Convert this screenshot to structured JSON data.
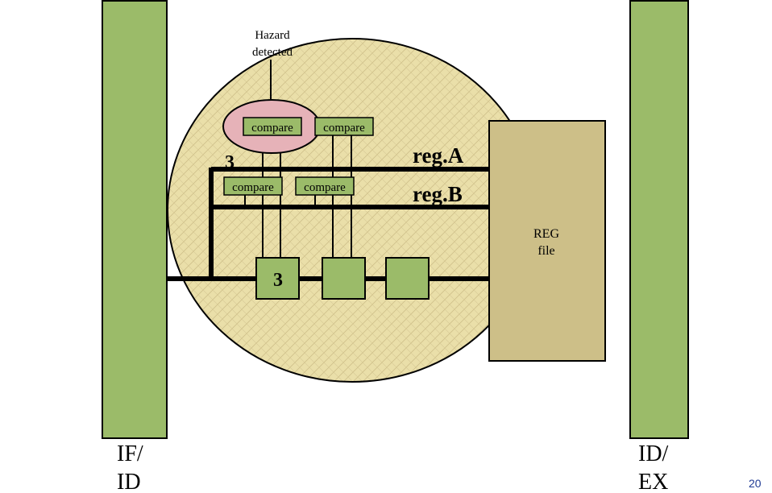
{
  "stage_registers": {
    "left_label_line1": "IF/",
    "left_label_line2": "ID",
    "right_label_line1": "ID/",
    "right_label_line2": "EX"
  },
  "hazard": {
    "label_line1": "Hazard",
    "label_line2": "detected"
  },
  "compare_boxes": [
    "compare",
    "compare",
    "compare",
    "compare"
  ],
  "register_lines": {
    "reg_a": "reg.A",
    "reg_b": "reg.B",
    "value_upper": "3",
    "value_box": "3"
  },
  "reg_file": {
    "label_line1": "REG",
    "label_line2": "file"
  },
  "page_number": "20",
  "colors": {
    "stage_register": "#9bbb69",
    "region_fill": "#eadfa9",
    "compare_box": "#9bbb69",
    "hazard_oval": "#e6b2b8",
    "reg_file": "#cdbf88",
    "page_number": "#1f3a93"
  }
}
